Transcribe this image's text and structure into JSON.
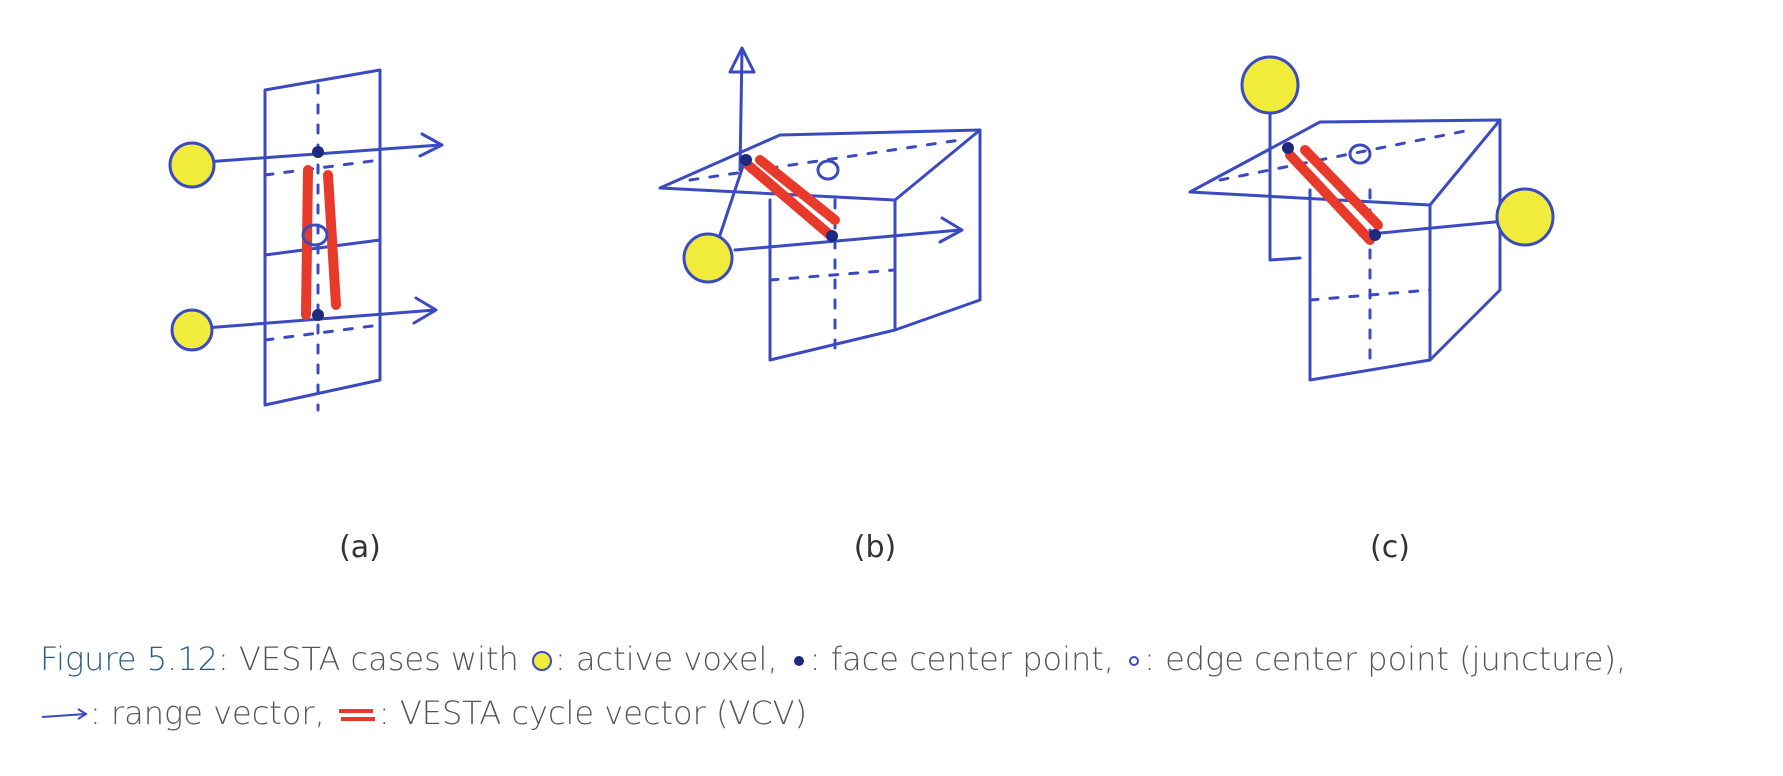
{
  "subfigures": {
    "a": "(a)",
    "b": "(b)",
    "c": "(c)"
  },
  "caption": {
    "prefix": "Figure 5.12:",
    "intro": " VESTA cases with ",
    "active_voxel": ": active voxel, ",
    "face_center": ": face center point, ",
    "edge_center": ": edge center point (juncture),",
    "range_vector": ": range vector, ",
    "vcv": ": VESTA cycle vector (VCV)"
  },
  "colors": {
    "sketch_blue": "#3a4bc2",
    "voxel_yellow": "#f1ec3c",
    "vcv_red": "#e83a2a",
    "caption_prefix": "#2a5c8a"
  }
}
